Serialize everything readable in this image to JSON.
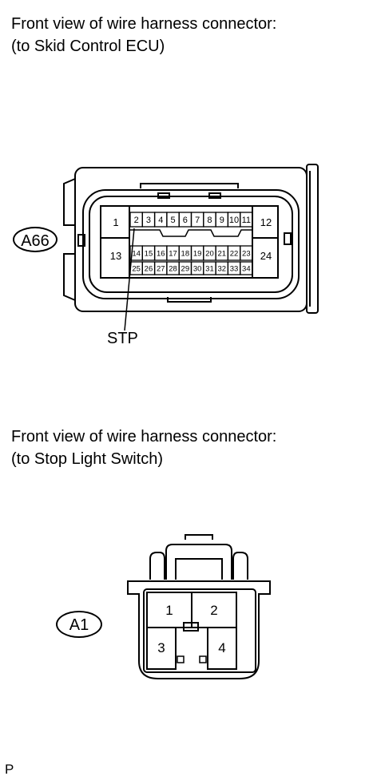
{
  "diagram": {
    "ecu_connector": {
      "caption_line1": "Front view of wire harness connector:",
      "caption_line2": "(to Skid Control ECU)",
      "callout": "A66",
      "top_pins": [
        "2",
        "3",
        "4",
        "5",
        "6",
        "7",
        "8",
        "9",
        "10",
        "11"
      ],
      "bottom_pins_a": [
        "14",
        "15",
        "16",
        "17",
        "18",
        "19",
        "20",
        "21",
        "22",
        "23"
      ],
      "bottom_pins_b": [
        "25",
        "26",
        "27",
        "28",
        "29",
        "30",
        "31",
        "32",
        "33",
        "34"
      ],
      "left_pins": [
        "1",
        "13"
      ],
      "right_pins": [
        "12",
        "24"
      ],
      "pointer_label": "STP"
    },
    "switch_connector": {
      "caption_line1": "Front view of wire harness connector:",
      "caption_line2": "(to Stop Light Switch)",
      "callout": "A1",
      "pins": [
        "1",
        "2",
        "3",
        "4"
      ]
    },
    "footer_mark": "P"
  }
}
